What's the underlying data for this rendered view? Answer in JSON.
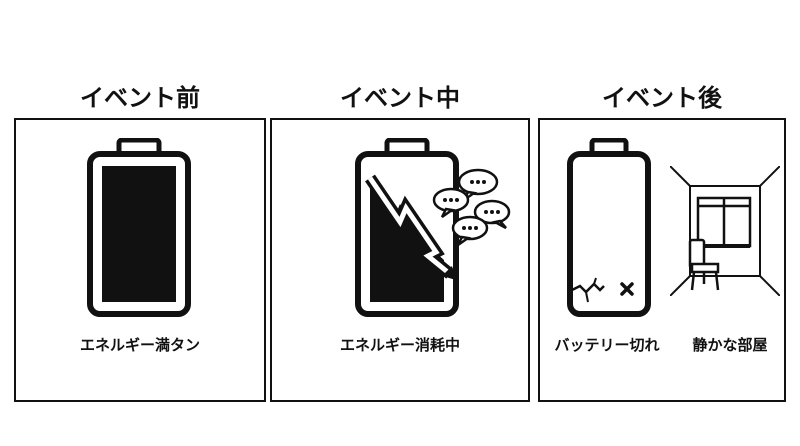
{
  "panels": [
    {
      "title": "イベント前",
      "caption": "エネルギー満タン",
      "icon": "full-battery-icon"
    },
    {
      "title": "イベント中",
      "caption": "エネルギー消耗中",
      "icon": "draining-battery-icon",
      "extra_icons": [
        "lightning-bolt-icon",
        "speech-bubbles-icon"
      ]
    },
    {
      "title": "イベント後",
      "captions": [
        "バッテリー切れ",
        "静かな部屋"
      ],
      "icon": "empty-battery-icon",
      "extra_icons": [
        "cracked-battery-icon",
        "x-mark-icon",
        "empty-room-icon",
        "chair-icon",
        "window-icon"
      ]
    }
  ],
  "colors": {
    "ink": "#111111",
    "background": "#ffffff"
  }
}
